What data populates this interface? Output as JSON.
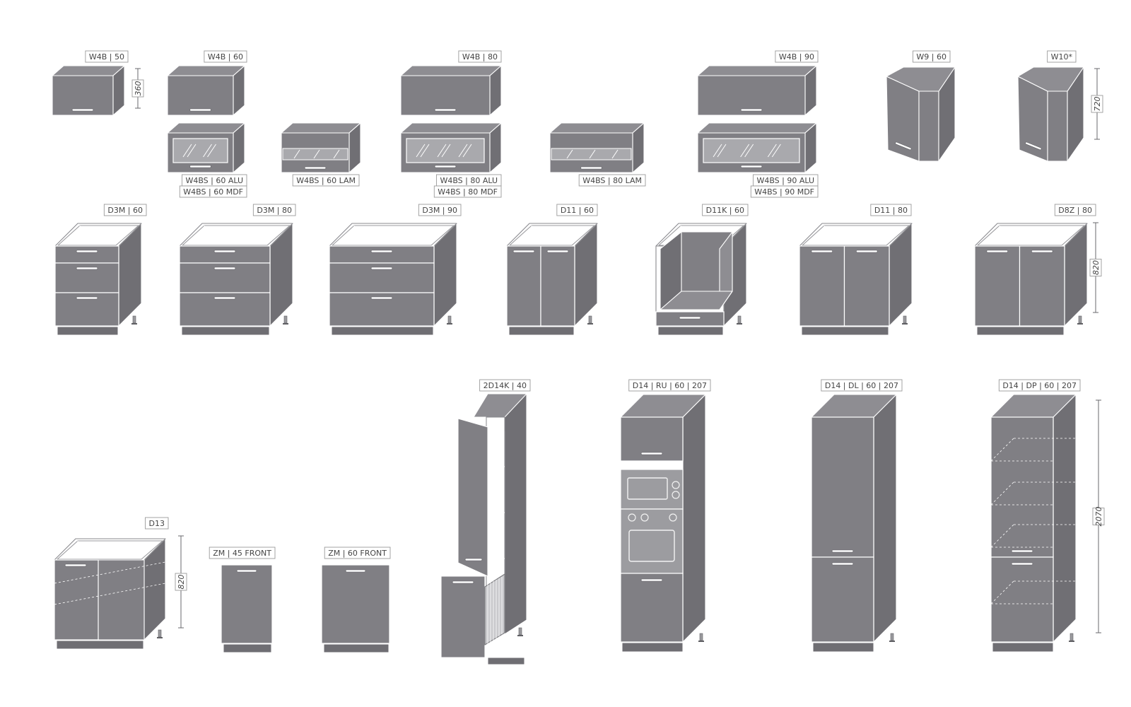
{
  "palette": {
    "body": "#807f84",
    "side": "#706f74",
    "top": "#8e8d92",
    "edge": "#ffffff",
    "plinth": "#6f6e73",
    "glass": "#a9a9ad",
    "appliance": "#9c9ca0"
  },
  "modules": [
    {
      "id": "w4b-50",
      "labels": [
        "W4B | 50"
      ],
      "dimension": "360"
    },
    {
      "id": "w4b-60",
      "labels": [
        "W4B | 60"
      ]
    },
    {
      "id": "w4b-80",
      "labels": [
        "W4B | 80"
      ]
    },
    {
      "id": "w4b-90",
      "labels": [
        "W4B | 90"
      ]
    },
    {
      "id": "w9-60",
      "labels": [
        "W9 | 60"
      ]
    },
    {
      "id": "w10",
      "labels": [
        "W10*"
      ],
      "dimension": "720"
    },
    {
      "id": "w4bs-60",
      "labels": [
        "W4BS | 60 ALU",
        "W4BS | 60 MDF"
      ]
    },
    {
      "id": "w4bs-60-lam",
      "labels": [
        "W4BS | 60 LAM"
      ]
    },
    {
      "id": "w4bs-80",
      "labels": [
        "W4BS | 80 ALU",
        "W4BS | 80 MDF"
      ]
    },
    {
      "id": "w4bs-80-lam",
      "labels": [
        "W4BS | 80 LAM"
      ]
    },
    {
      "id": "w4bs-90",
      "labels": [
        "W4BS | 90 ALU",
        "W4BS | 90 MDF"
      ]
    },
    {
      "id": "d3m-60",
      "labels": [
        "D3M | 60"
      ]
    },
    {
      "id": "d3m-80",
      "labels": [
        "D3M | 80"
      ]
    },
    {
      "id": "d3m-90",
      "labels": [
        "D3M | 90"
      ]
    },
    {
      "id": "d11-60",
      "labels": [
        "D11 | 60"
      ]
    },
    {
      "id": "d11k-60",
      "labels": [
        "D11K | 60"
      ]
    },
    {
      "id": "d11-80",
      "labels": [
        "D11 | 80"
      ]
    },
    {
      "id": "d8z-80",
      "labels": [
        "D8Z | 80"
      ],
      "dimension": "820"
    },
    {
      "id": "d13",
      "labels": [
        "D13"
      ],
      "dimension": "820"
    },
    {
      "id": "zm-45",
      "labels": [
        "ZM | 45 FRONT"
      ]
    },
    {
      "id": "zm-60",
      "labels": [
        "ZM | 60 FRONT"
      ]
    },
    {
      "id": "2d14k-40",
      "labels": [
        "2D14K | 40"
      ]
    },
    {
      "id": "d14-ru",
      "labels": [
        "D14 | RU | 60 | 207"
      ]
    },
    {
      "id": "d14-dl",
      "labels": [
        "D14 | DL | 60 | 207"
      ]
    },
    {
      "id": "d14-dp",
      "labels": [
        "D14 | DP | 60 | 207"
      ],
      "dimension": "2070"
    }
  ]
}
